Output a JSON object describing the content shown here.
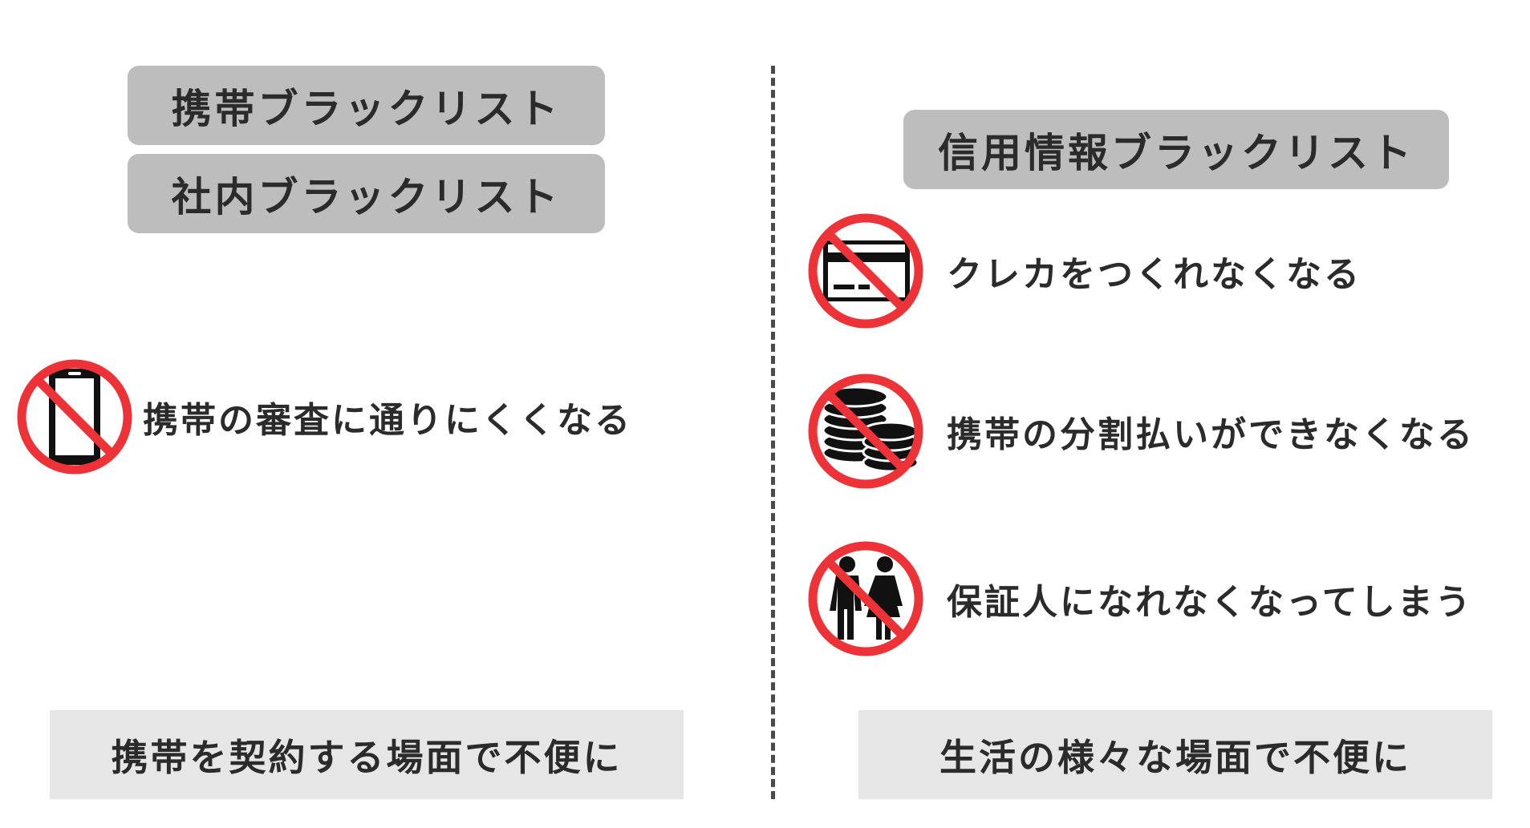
{
  "left": {
    "tags": [
      "携帯ブラックリスト",
      "社内ブラックリスト"
    ],
    "items": [
      {
        "icon": "no-smartphone-icon",
        "label": "携帯の審査に通りにくくなる"
      }
    ],
    "footer": "携帯を契約する場面で不便に"
  },
  "right": {
    "tags": [
      "信用情報ブラックリスト"
    ],
    "items": [
      {
        "icon": "no-credit-card-icon",
        "label": "クレカをつくれなくなる"
      },
      {
        "icon": "no-coins-icon",
        "label": "携帯の分割払いができなくなる"
      },
      {
        "icon": "no-guarantor-icon",
        "label": "保証人になれなくなってしまう"
      }
    ],
    "footer": "生活の様々な場面で不便に"
  },
  "colors": {
    "prohibition_red": "#ee3338",
    "tag_background": "#bdbdbd",
    "footer_background": "#e6e6e6",
    "text": "#2b2b2b"
  }
}
